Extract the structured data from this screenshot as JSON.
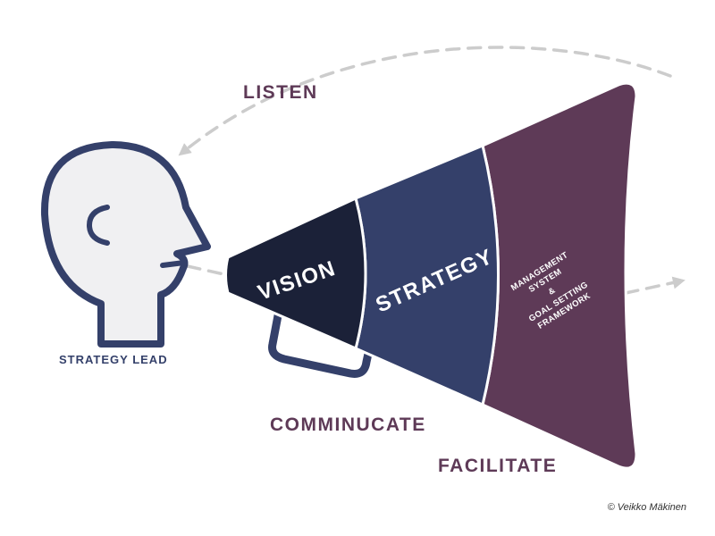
{
  "labels": {
    "listen": "LISTEN",
    "communicate": "COMMINUCATE",
    "facilitate": "FACILITATE",
    "strategy_lead": "STRATEGY LEAD",
    "vision": "VISION",
    "strategy": "STRATEGY",
    "management_lines": [
      "MANAGEMENT",
      "SYSTEM",
      "&",
      "GOAL SETTING",
      "FRAMEWORK"
    ]
  },
  "credit": "© Veikko Mäkinen",
  "colors": {
    "vision": "#1b2138",
    "strategy": "#34406a",
    "management": "#5e3a57",
    "label_text": "#5e3a57",
    "head_stroke": "#34406a",
    "head_fill": "#f0f0f2",
    "arrow": "#cccccc"
  }
}
